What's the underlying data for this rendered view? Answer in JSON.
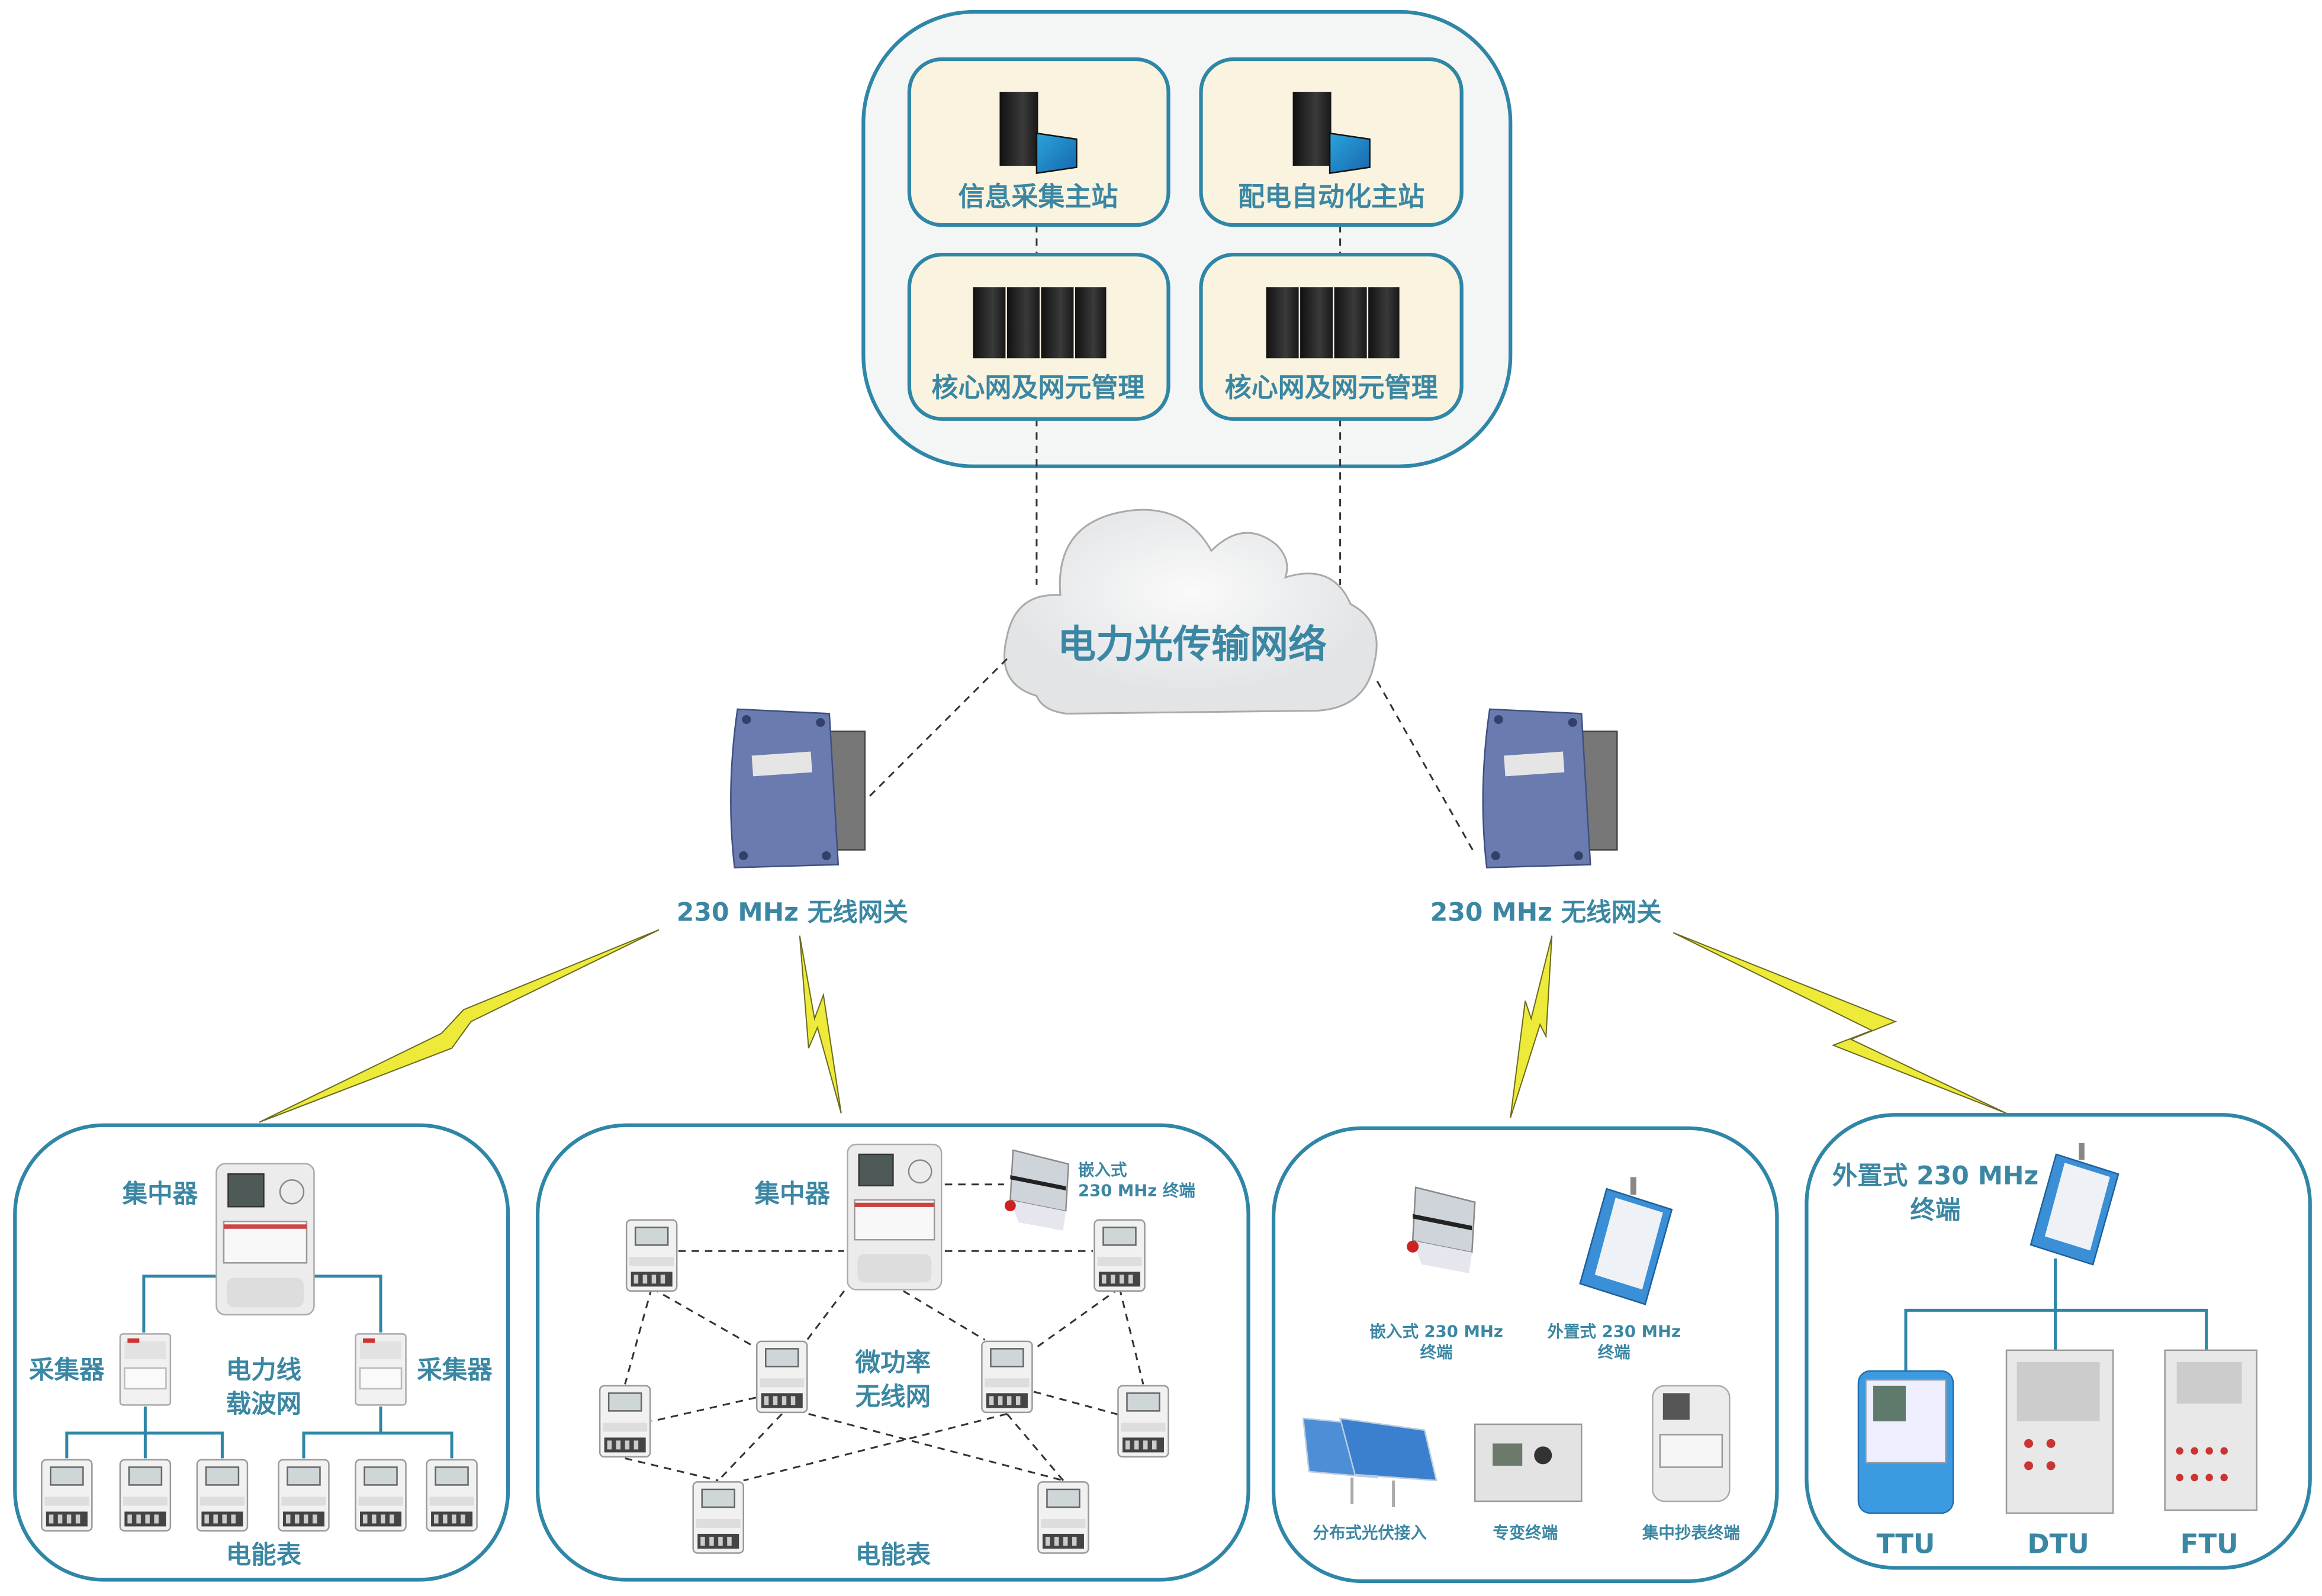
{
  "colors": {
    "accent": "#2f86a6",
    "label": "#3b87a3",
    "station_fill": "#faf3df",
    "bolt": "#eeea3a"
  },
  "master": {
    "stations": [
      {
        "label": "信息采集主站",
        "icon": "server-monitor-icon"
      },
      {
        "label": "配电自动化主站",
        "icon": "server-monitor-icon"
      },
      {
        "label": "核心网及网元管理",
        "icon": "server-rack-icon"
      },
      {
        "label": "核心网及网元管理",
        "icon": "server-rack-icon"
      }
    ]
  },
  "cloud": {
    "label": "电力光传输网络",
    "icon": "cloud-icon"
  },
  "gateways": [
    {
      "label": "230 MHz 无线网关"
    },
    {
      "label": "230 MHz 无线网关"
    }
  ],
  "plc_box": {
    "concentrator": "集中器",
    "collector_left": "采集器",
    "collector_right": "采集器",
    "network_line1": "电力线",
    "network_line2": "载波网",
    "meters": "电能表"
  },
  "micro_box": {
    "concentrator": "集中器",
    "embedded_line1": "嵌入式",
    "embedded_line2": "230 MHz 终端",
    "network_line1": "微功率",
    "network_line2": "无线网",
    "meters": "电能表"
  },
  "terminal_box": {
    "embedded_line1": "嵌入式 230 MHz",
    "embedded_line2": "终端",
    "external_line1": "外置式 230 MHz",
    "external_line2": "终端",
    "solar": "分布式光伏接入",
    "dedicated": "专变终端",
    "reader": "集中抄表终端"
  },
  "da_box": {
    "title_line1": "外置式 230 MHz",
    "title_line2": "终端",
    "ttu": "TTU",
    "dtu": "DTU",
    "ftu": "FTU"
  }
}
